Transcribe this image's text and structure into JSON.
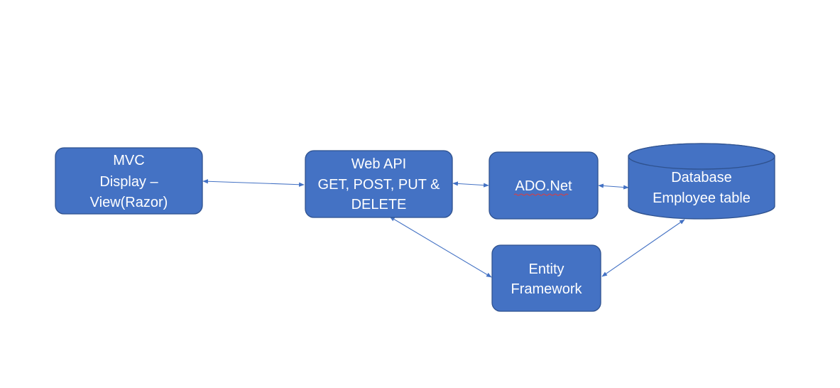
{
  "diagram": {
    "nodes": {
      "mvc": {
        "line1": "MVC",
        "line2": "Display –",
        "line3": "View(Razor)"
      },
      "webapi": {
        "line1": "Web API",
        "line2": "GET, POST, PUT &",
        "line3": "DELETE"
      },
      "adonet": {
        "line1": "ADO.Net"
      },
      "database": {
        "line1": "Database",
        "line2": "Employee table"
      },
      "ef": {
        "line1": "Entity",
        "line2": "Framework"
      }
    },
    "colors": {
      "node_fill": "#4472c4",
      "node_border": "#2f528f",
      "node_text": "#ffffff",
      "connector": "#4472c4"
    }
  }
}
